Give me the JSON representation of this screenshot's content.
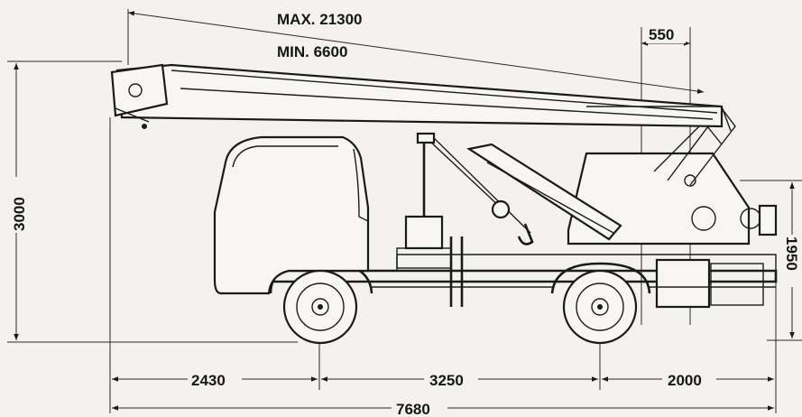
{
  "dimensions": {
    "boom_max": "MAX. 21300",
    "boom_min": "MIN. 6600",
    "offset": "550",
    "total_height": "3000",
    "rear_height": "1950",
    "front_overhang": "2430",
    "wheelbase": "3250",
    "rear_overhang": "2000",
    "total_length": "7680"
  },
  "colors": {
    "line": "#1a1a1a",
    "paper": "#f4f2ef"
  }
}
